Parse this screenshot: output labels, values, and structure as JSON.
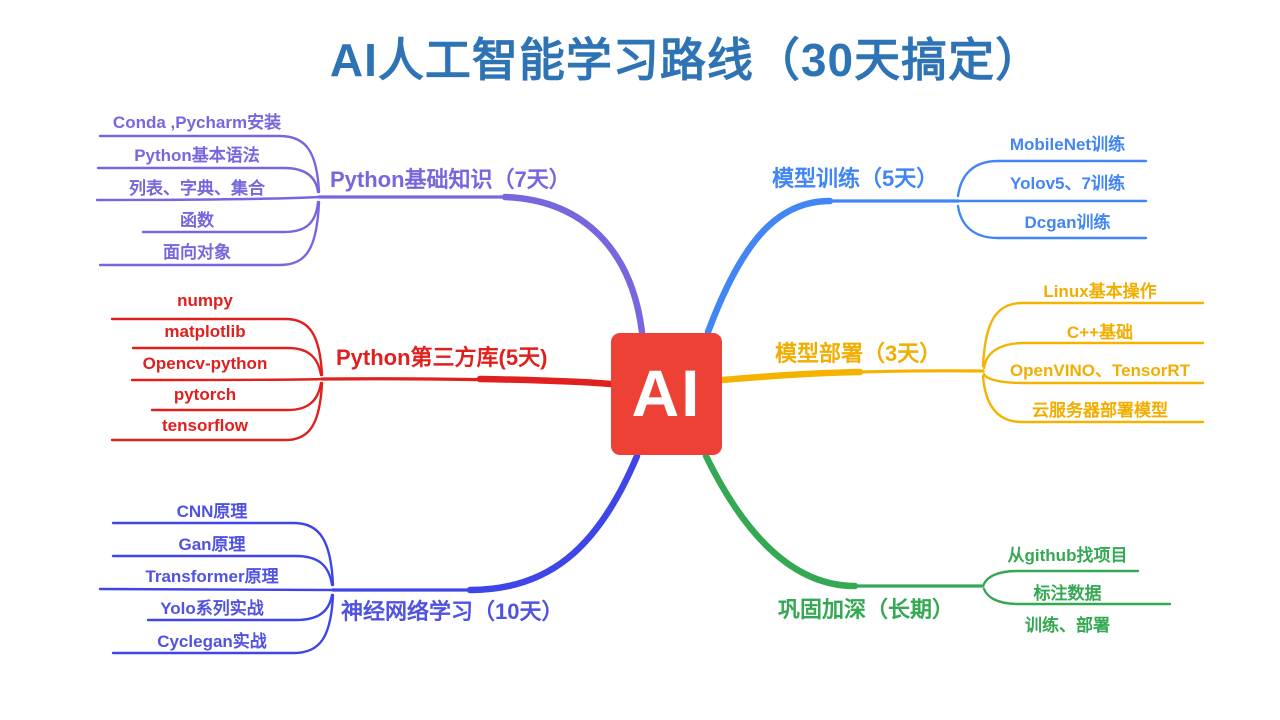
{
  "title": "AI人工智能学习路线（30天搞定）",
  "center": {
    "label": "AI"
  },
  "colors": {
    "title": "#2E74B5",
    "center_bg": "#EE4136",
    "branch_purple": "#7667DF",
    "branch_red": "#E0201E",
    "branch_indigo": "#3F46E8",
    "branch_blue": "#4285F4",
    "branch_gold": "#F5B301",
    "branch_green": "#34A853"
  },
  "branches": [
    {
      "label": "Python基础知识（7天）",
      "children": [
        "Conda ,Pycharm安装",
        "Python基本语法",
        "列表、字典、集合",
        "函数",
        "面向对象"
      ]
    },
    {
      "label": "Python第三方库(5天)",
      "children": [
        "numpy",
        "matplotlib",
        "Opencv-python",
        "pytorch",
        "tensorflow"
      ]
    },
    {
      "label": "神经网络学习（10天）",
      "children": [
        "CNN原理",
        "Gan原理",
        "Transformer原理",
        "Yolo系列实战",
        "Cyclegan实战"
      ]
    },
    {
      "label": "模型训练（5天）",
      "children": [
        "MobileNet训练",
        "Yolov5、7训练",
        "Dcgan训练"
      ]
    },
    {
      "label": "模型部署（3天）",
      "children": [
        "Linux基本操作",
        "C++基础",
        "OpenVINO、TensorRT",
        "云服务器部署模型"
      ]
    },
    {
      "label": "巩固加深（长期）",
      "children": [
        "从github找项目",
        "标注数据",
        "训练、部署"
      ]
    }
  ]
}
